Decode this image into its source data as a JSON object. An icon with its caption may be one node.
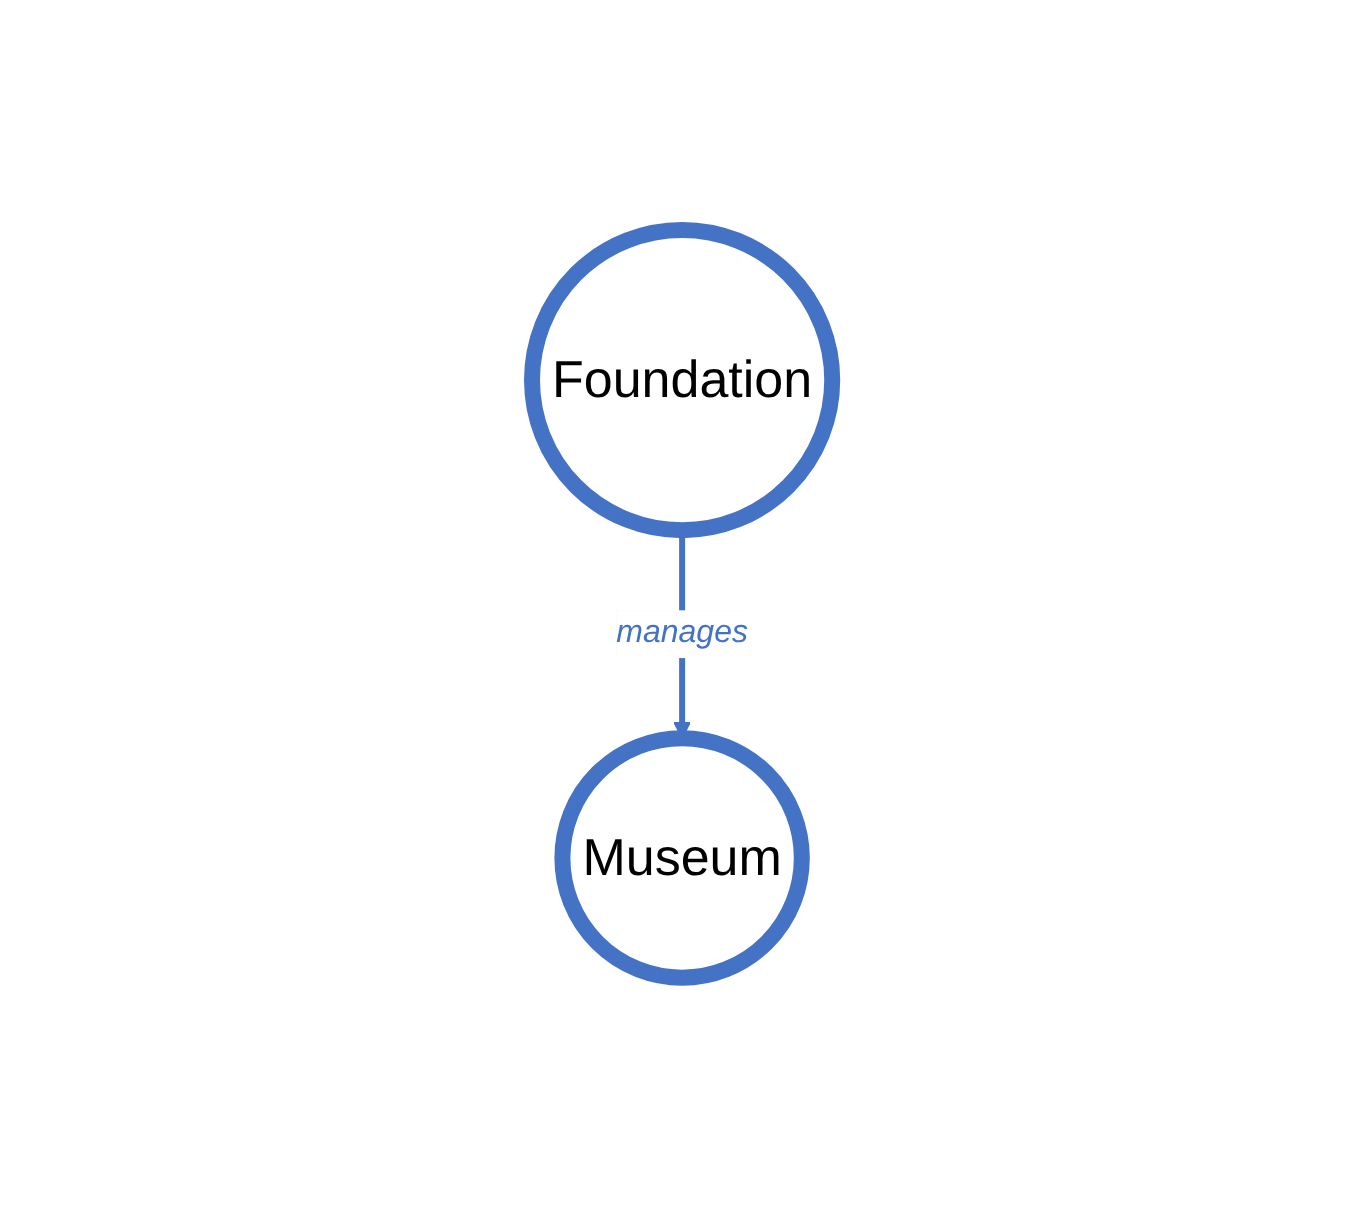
{
  "diagram": {
    "nodes": [
      {
        "text": [
          "Foundation"
        ]
      },
      {
        "text": [
          "Museum"
        ]
      }
    ],
    "edges": [
      {
        "from": 0,
        "to": 1,
        "arrow": "to",
        "label": "manages"
      }
    ]
  }
}
